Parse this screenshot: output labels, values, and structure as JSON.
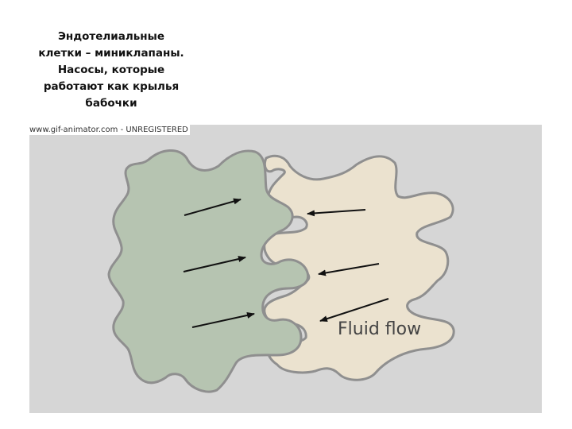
{
  "slide": {
    "title": "Эндотелиальные\nклетки – миниклапаны.\nНасосы, которые\nработают  как крылья\nбабочки"
  },
  "figure": {
    "watermark": "www.gif-animator.com - UNREGISTERED",
    "label": "Fluid flow",
    "colors": {
      "background": "#d6d6d6",
      "left_cell_fill": "#b6c4b1",
      "right_cell_fill": "#ebe2cf",
      "cell_outline": "#8f8f8f",
      "arrow": "#111111",
      "label_text": "#444444"
    },
    "icons": [
      "arrow-right-icon",
      "arrow-left-icon"
    ]
  }
}
